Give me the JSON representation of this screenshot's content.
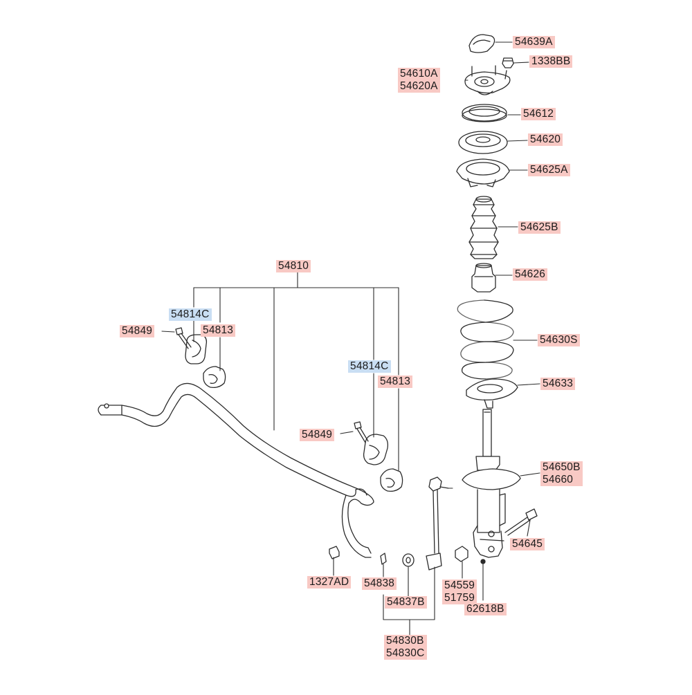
{
  "diagram": {
    "colors": {
      "part_label_bg": "#f8c9c4",
      "highlight_label_bg": "#c9def3",
      "line": "#2b2b2b"
    },
    "labels": {
      "p54639A": "54639A",
      "p1338BB": "1338BB",
      "p54610A": "54610A",
      "p54620A": "54620A",
      "p54612": "54612",
      "p54620": "54620",
      "p54625A": "54625A",
      "p54625B": "54625B",
      "p54626": "54626",
      "p54630S": "54630S",
      "p54633": "54633",
      "p54650B": "54650B",
      "p54660": "54660",
      "p54645": "54645",
      "p54559": "54559",
      "p51759": "51759",
      "p62618B": "62618B",
      "p54810": "54810",
      "p54814C_left": "54814C",
      "p54813_left": "54813",
      "p54849_left": "54849",
      "p54814C_right": "54814C",
      "p54813_right": "54813",
      "p54849_right": "54849",
      "p1327AD": "1327AD",
      "p54838": "54838",
      "p54837B": "54837B",
      "p54830B": "54830B",
      "p54830C": "54830C"
    }
  }
}
